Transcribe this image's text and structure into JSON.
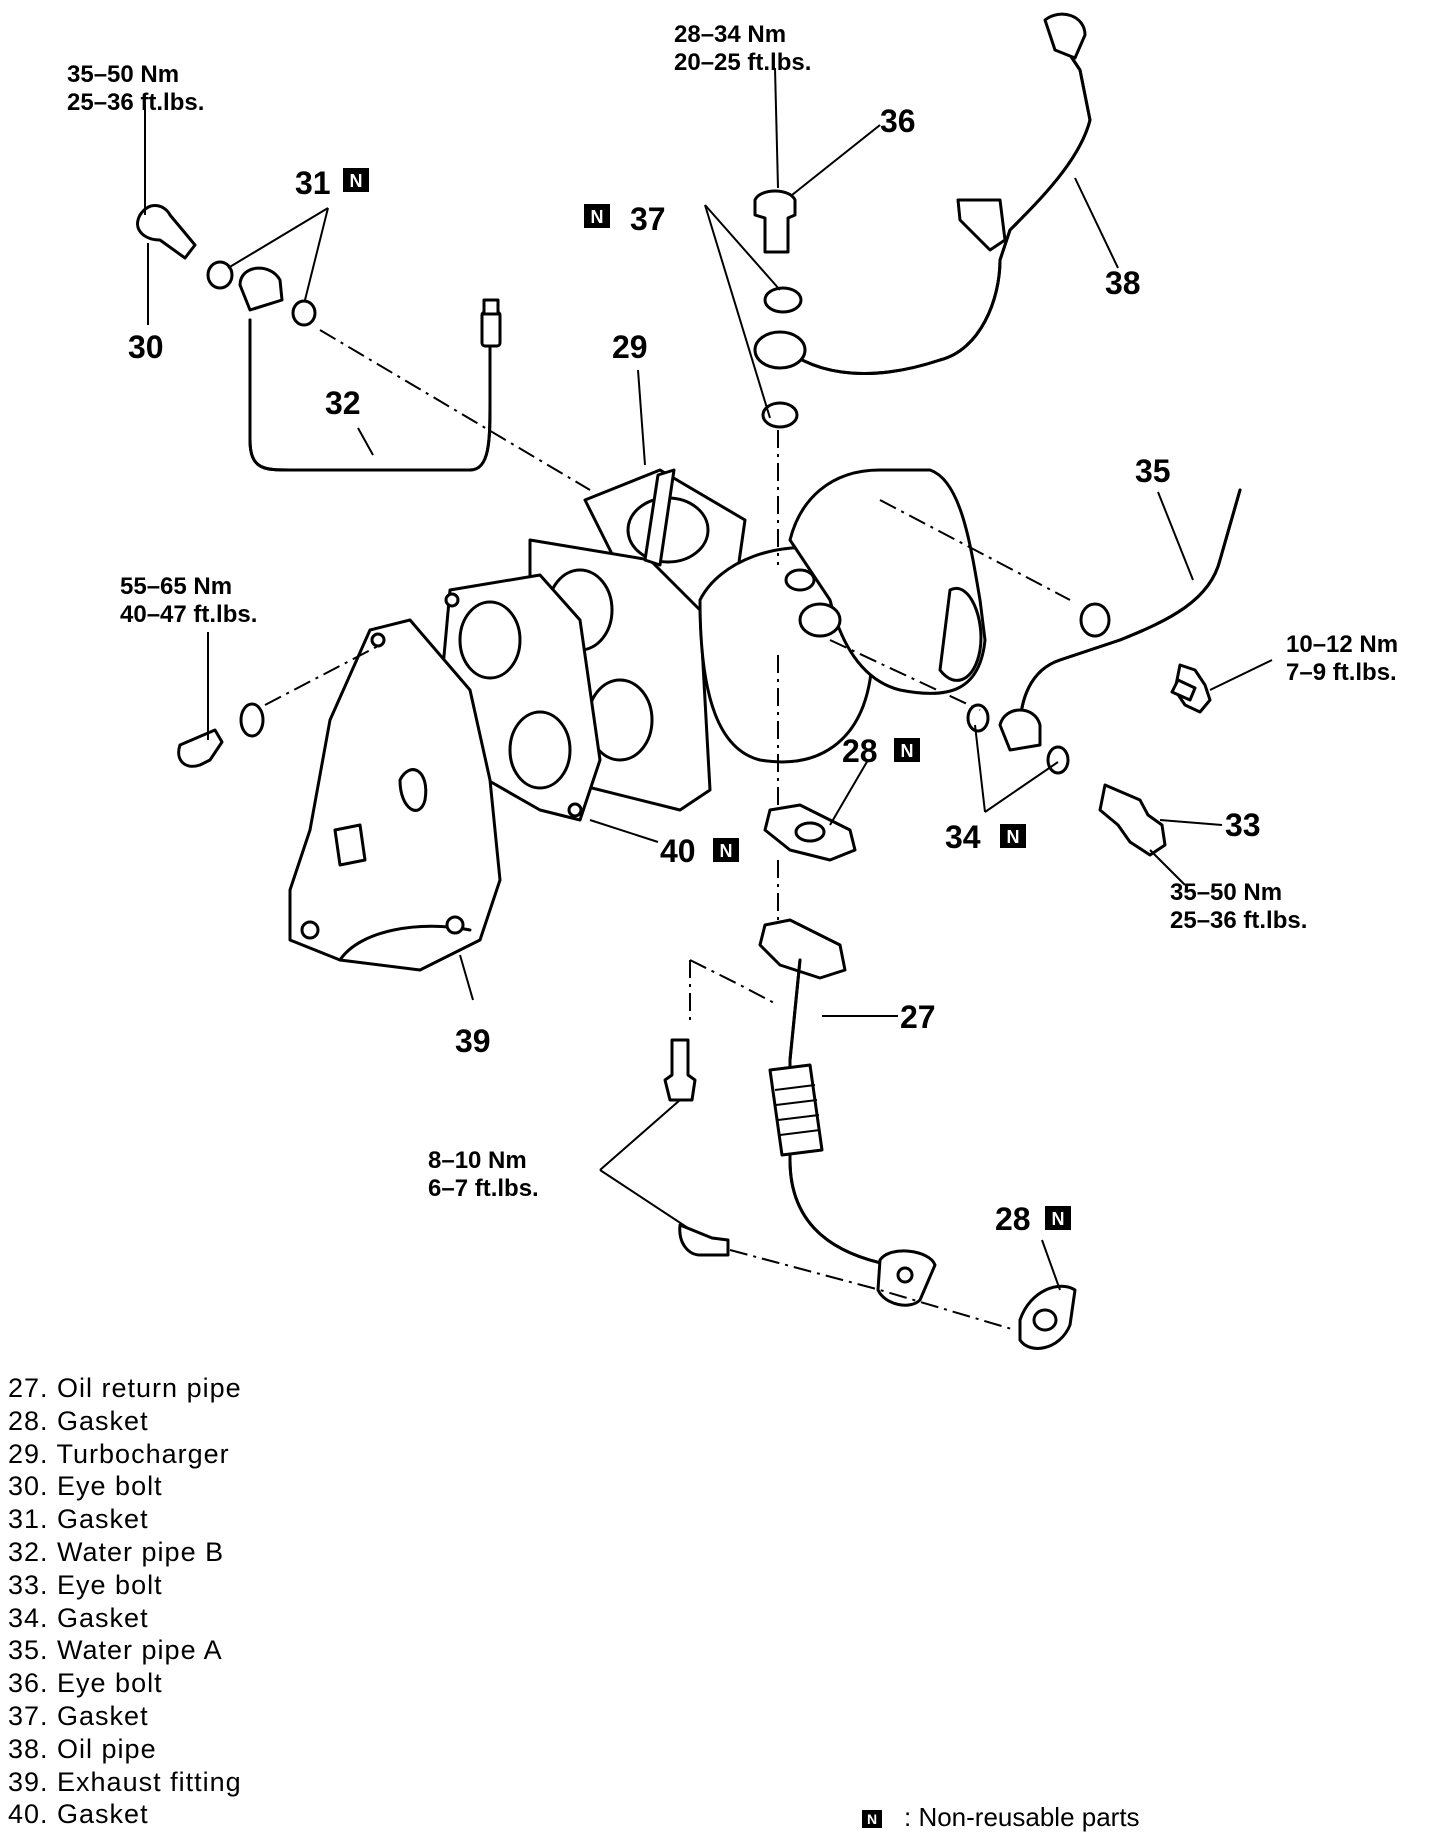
{
  "torque": {
    "t30": [
      "35–50 Nm",
      "25–36 ft.lbs."
    ],
    "t36": [
      "28–34 Nm",
      "20–25 ft.lbs."
    ],
    "t_left": [
      "55–65 Nm",
      "40–47 ft.lbs."
    ],
    "t_right": [
      "10–12 Nm",
      "7–9 ft.lbs."
    ],
    "t33": [
      "35–50 Nm",
      "25–36 ft.lbs."
    ],
    "t_bottom": [
      "8–10 Nm",
      "6–7 ft.lbs."
    ]
  },
  "callouts": {
    "c27": "27",
    "c28a": "28",
    "c28b": "28",
    "c29": "29",
    "c30": "30",
    "c31": "31",
    "c32": "32",
    "c33": "33",
    "c34": "34",
    "c35": "35",
    "c36": "36",
    "c37": "37",
    "c38": "38",
    "c39": "39",
    "c40": "40"
  },
  "n_mark": "N",
  "legend": [
    "27. Oil return pipe",
    "28. Gasket",
    "29. Turbocharger",
    "30. Eye bolt",
    "31. Gasket",
    "32. Water pipe B",
    "33. Eye bolt",
    "34. Gasket",
    "35. Water pipe A",
    "36. Eye bolt",
    "37. Gasket",
    "38. Oil pipe",
    "39. Exhaust fitting",
    "40. Gasket"
  ],
  "note": ": Non-reusable parts"
}
